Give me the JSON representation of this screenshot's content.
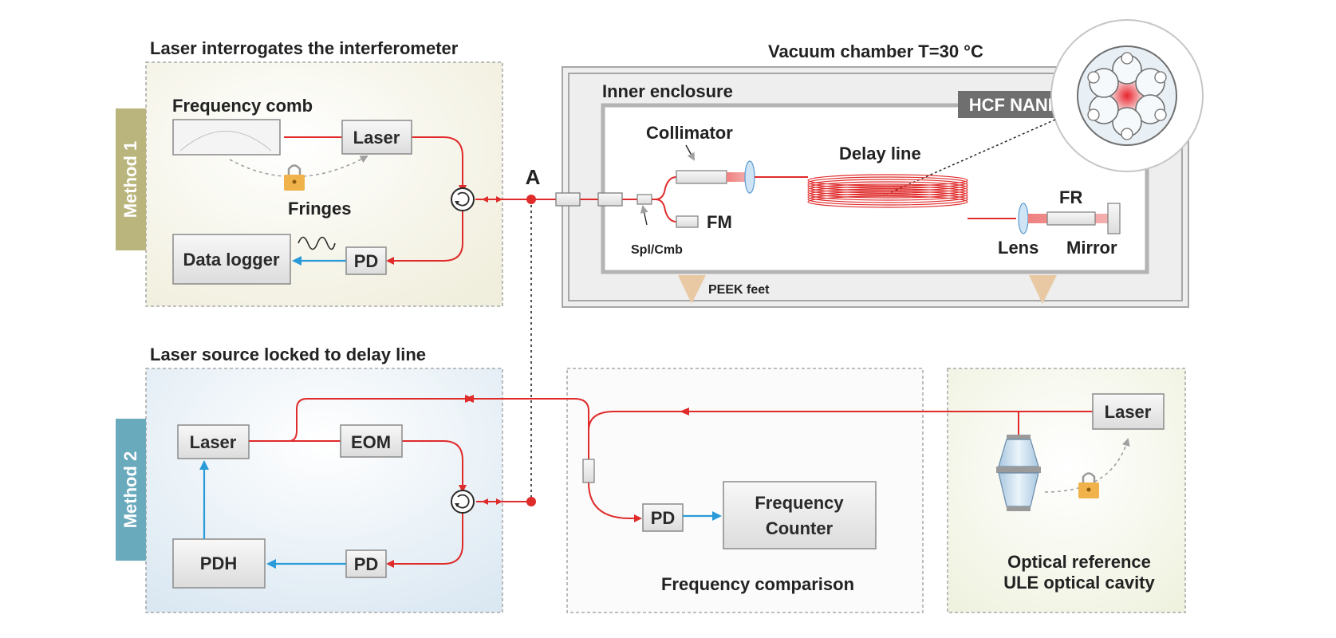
{
  "method1": {
    "title": "Laser interrogates the interferometer",
    "tab": "Method 1",
    "frequency_comb": "Frequency comb",
    "laser": "Laser",
    "fringes": "Fringes",
    "data_logger": "Data logger",
    "pd": "PD"
  },
  "point_a": "A",
  "chamber": {
    "title": "Vacuum chamber  T=30 °C",
    "inner": "Inner enclosure",
    "hcf": "HCF NANF",
    "collimator": "Collimator",
    "delay_line": "Delay line",
    "fm": "FM",
    "spl": "Spl/Cmb",
    "fr": "FR",
    "lens": "Lens",
    "mirror": "Mirror",
    "peek": "PEEK feet"
  },
  "method2": {
    "title": "Laser source locked to delay line",
    "tab": "Method 2",
    "laser": "Laser",
    "eom": "EOM",
    "pdh": "PDH",
    "pd": "PD"
  },
  "comparison": {
    "pd": "PD",
    "counter_line1": "Frequency",
    "counter_line2": "Counter",
    "title": "Frequency comparison"
  },
  "reference": {
    "laser": "Laser",
    "line1": "Optical reference",
    "line2": "ULE optical cavity"
  },
  "colors": {
    "fiber": "#e02b2b",
    "electric": "#2a9ad8",
    "method1_tab": "#b9b57c",
    "method2_tab": "#6aaabd"
  }
}
